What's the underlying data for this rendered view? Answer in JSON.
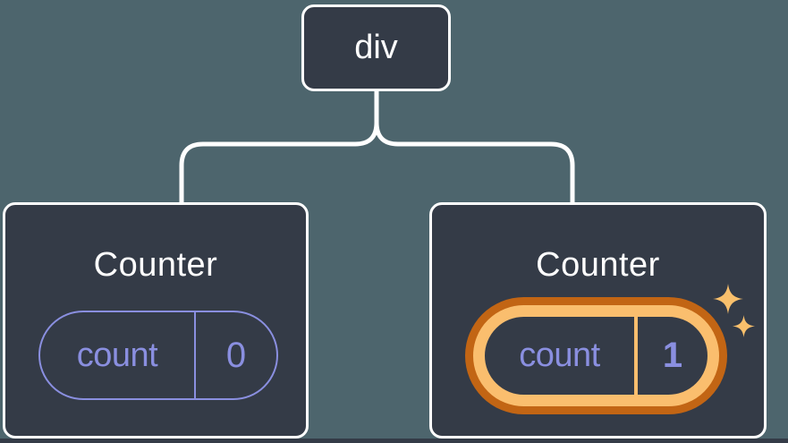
{
  "diagram": {
    "title": "component-state-tree",
    "root": {
      "label": "div"
    },
    "children": [
      {
        "title": "Counter",
        "state": {
          "label": "count",
          "value": "0"
        },
        "highlighted": false
      },
      {
        "title": "Counter",
        "state": {
          "label": "count",
          "value": "1"
        },
        "highlighted": true
      }
    ],
    "icons": [
      "sparkle-icon",
      "sparkle-icon"
    ],
    "colors": {
      "background": "#4D656D",
      "node_fill": "#343B47",
      "node_border": "#FFFFFF",
      "connector": "#FFFFFF",
      "state_accent": "#8A8FE0",
      "highlight_ring_outer": "#C26514",
      "highlight_ring_inner": "#FABE6E",
      "sparkle": "#F9C06C",
      "bottom_strip": "#343B47"
    }
  }
}
